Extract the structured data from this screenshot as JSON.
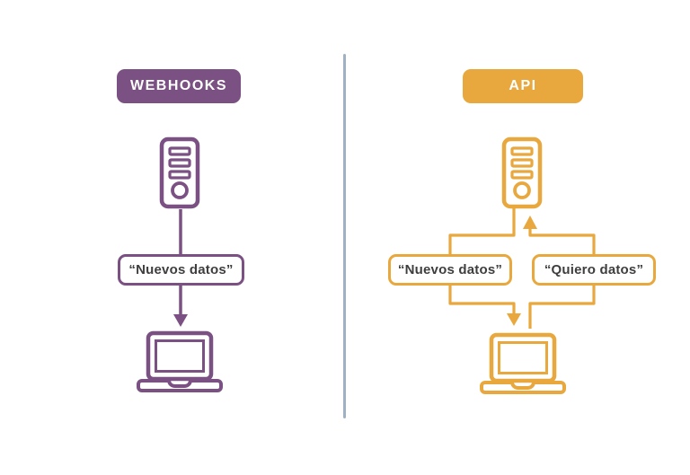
{
  "colors": {
    "purple": "#7B5083",
    "orange": "#E8A83E",
    "label-text": "#3E3E3E",
    "divider": "#9FB2C4",
    "background": "#FFFFFF",
    "badge-text": "#FFFFFF"
  },
  "left_panel": {
    "badge": "WEBHOOKS",
    "label": "“Nuevos datos”",
    "icons": {
      "server": "server-icon",
      "laptop": "laptop-icon",
      "arrow": "arrow-down-icon"
    }
  },
  "right_panel": {
    "badge": "API",
    "label_push": "“Nuevos datos”",
    "label_request": "“Quiero datos”",
    "icons": {
      "server": "server-icon",
      "laptop": "laptop-icon",
      "arrow_down": "arrow-down-icon",
      "arrow_up": "arrow-up-icon"
    }
  }
}
